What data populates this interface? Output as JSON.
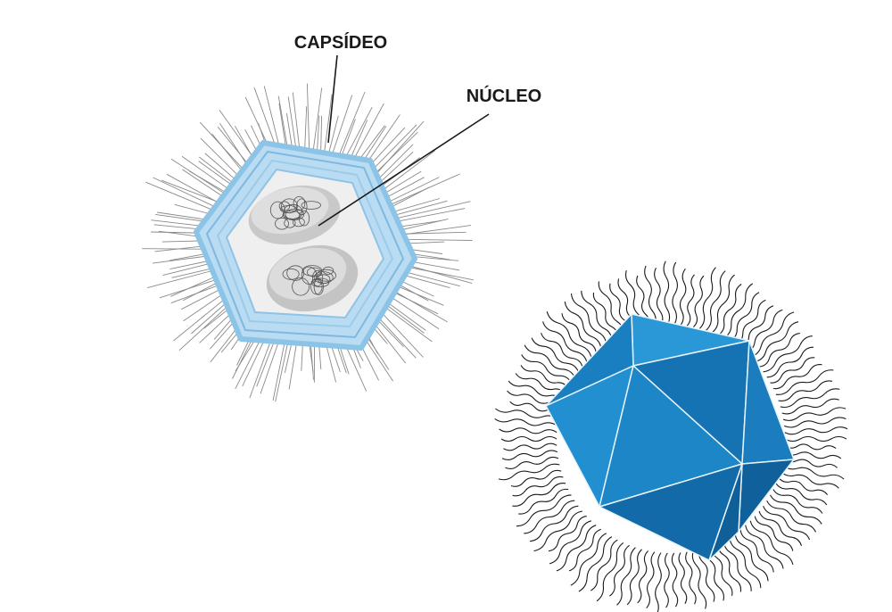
{
  "labels": {
    "capsid": "CAPSÍDEO",
    "nucleus": "NÚCLEO"
  },
  "colors": {
    "capsid_light_blue": "#a9d3ee",
    "capsid_blue_outline": "#6aaedc",
    "interior_gray": "#ececec",
    "nucleus_gray": "#c6c6c6",
    "filament_gray": "#7d7d7d",
    "icosahedron_blue": "#1d86c8",
    "icosahedron_dark": "#0f5f98",
    "filament_black": "#1a1a1a"
  },
  "icons": {
    "left_virus": "hexagonal-capsid-cross-section",
    "right_virus": "icosahedral-capsid-3d"
  }
}
